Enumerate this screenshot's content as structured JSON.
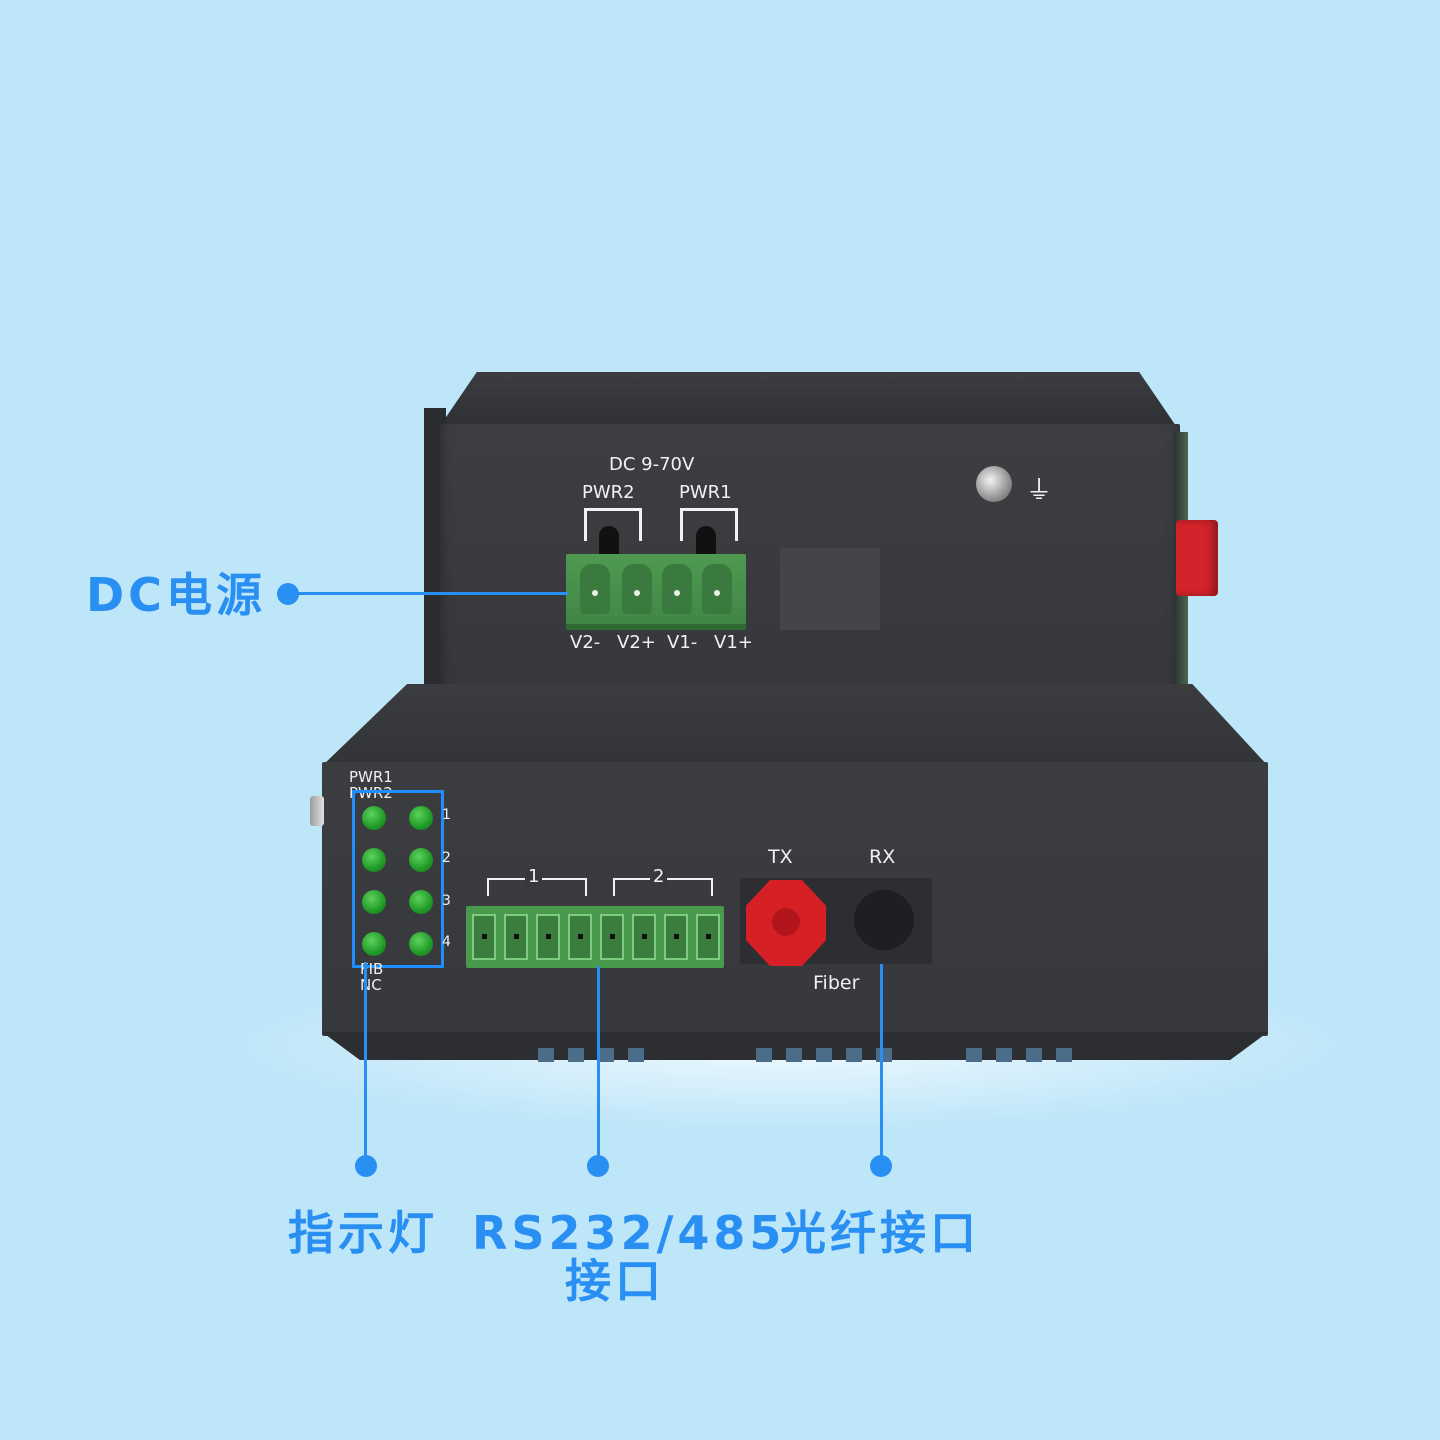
{
  "colors": {
    "background": "#bee6f9",
    "accent": "#2a8ff2",
    "device_body": "#3a3c40",
    "terminal_green": "#4a9a4e",
    "led_green": "#1f9a27",
    "fiber_red": "#d71f26"
  },
  "top_unit": {
    "voltage": "DC 9-70V",
    "pwr2": "PWR2",
    "pwr1": "PWR1",
    "pins": [
      "V2-",
      "V2+",
      "V1-",
      "V1+"
    ],
    "ground_symbol": "⏚"
  },
  "bottom_unit": {
    "led_labels": {
      "pwr1": "PWR1",
      "pwr2": "PWR2",
      "fib": "FIB",
      "nc": "NC",
      "rows": [
        "1",
        "2",
        "3",
        "4"
      ]
    },
    "serial_groups": [
      "1",
      "2"
    ],
    "fiber": {
      "tx": "TX",
      "rx": "RX",
      "label": "Fiber"
    }
  },
  "callouts": {
    "dc_power": "DC电源",
    "indicator": "指示灯",
    "serial_line1": "RS232/485",
    "serial_line2": "接口",
    "fiber_port": "光纤接口"
  }
}
